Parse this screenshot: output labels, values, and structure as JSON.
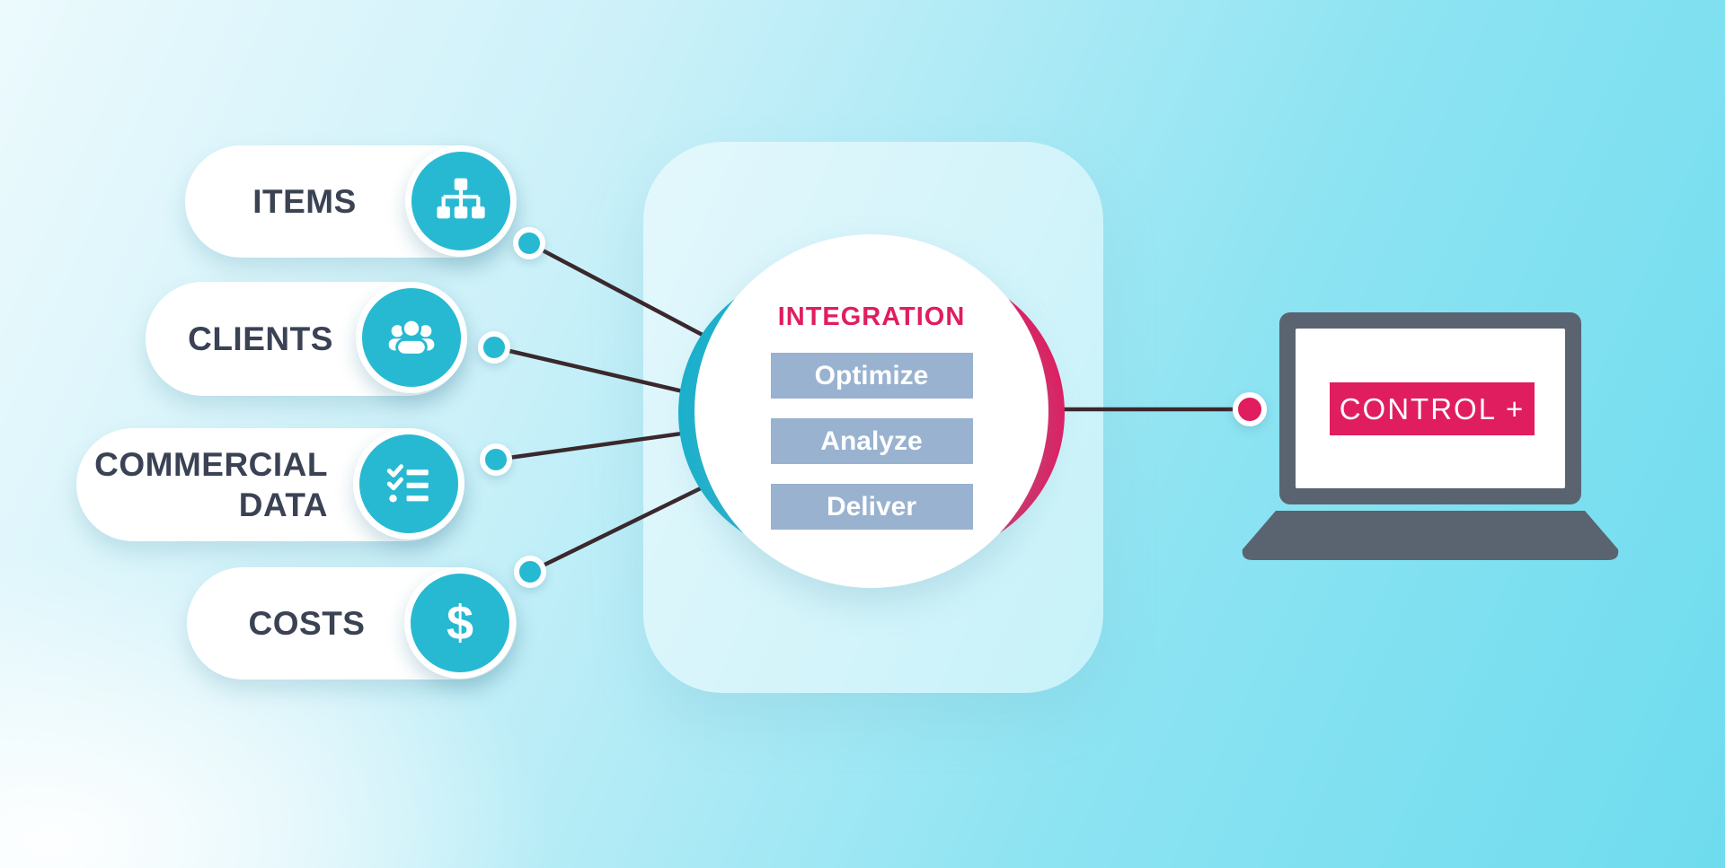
{
  "palette": {
    "teal": "#27b9d2",
    "teal-deep": "#17b1cd",
    "pink": "#e01d5f",
    "steel": "#99b2cf",
    "ink": "#3a4254",
    "line": "#3a282d",
    "laptop": "#5a6471"
  },
  "sources": [
    {
      "label": "ITEMS",
      "icon": "sitemap-icon"
    },
    {
      "label": "CLIENTS",
      "icon": "users-icon"
    },
    {
      "label": "COMMERCIAL DATA",
      "icon": "checklist-icon"
    },
    {
      "label": "COSTS",
      "icon": "dollar-icon",
      "symbol": "$"
    }
  ],
  "hub": {
    "title": "INTEGRATION",
    "steps": [
      "Optimize",
      "Analyze",
      "Deliver"
    ]
  },
  "output": {
    "label": "CONTROL +"
  }
}
